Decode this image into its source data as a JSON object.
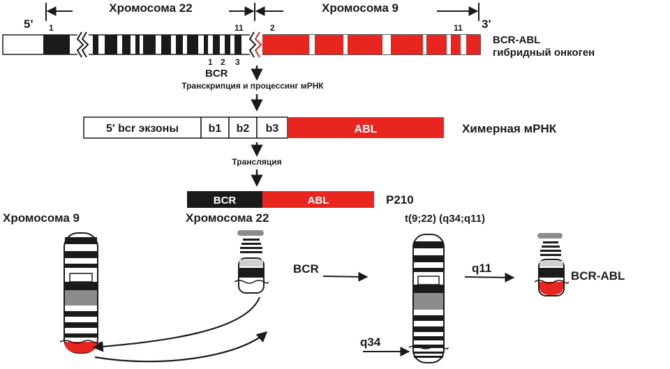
{
  "colors": {
    "black": "#1a1a1a",
    "red": "#e8261f",
    "grey": "#8c8c8c",
    "light_grey": "#cfcfcf",
    "white": "#ffffff"
  },
  "gene_map": {
    "chr22_label": "Хромосома 22",
    "chr9_label": "Хромосома 9",
    "five_prime": "5'",
    "three_prime": "3'",
    "exon_1": "1",
    "exon_11_left": "11",
    "exon_2": "2",
    "exon_11_right": "11",
    "bcr_exons_123": [
      "1",
      "2",
      "3"
    ],
    "hybrid_title": "BCR-ABL",
    "hybrid_subtitle": "гибридный онкоген"
  },
  "flow": {
    "bcr_label": "BCR",
    "transcription": "Транскрипция и процессинг мРНК",
    "translation": "Трансляция"
  },
  "mrna": {
    "exons_label": "5' bcr экзоны",
    "b1": "b1",
    "b2": "b2",
    "b3": "b3",
    "abl": "ABL",
    "title": "Химерная мРНК"
  },
  "protein": {
    "bcr": "BCR",
    "abl": "ABL",
    "name": "P210"
  },
  "karyotype": {
    "chr9_label": "Хромосома 9",
    "chr22_label": "Хромосома 22",
    "translocation_label": "t(9;22) (q34;q11)",
    "bcr_label": "BCR",
    "q11_label": "q11",
    "bcr_abl_label": "BCR-ABL",
    "q34_label": "q34"
  }
}
